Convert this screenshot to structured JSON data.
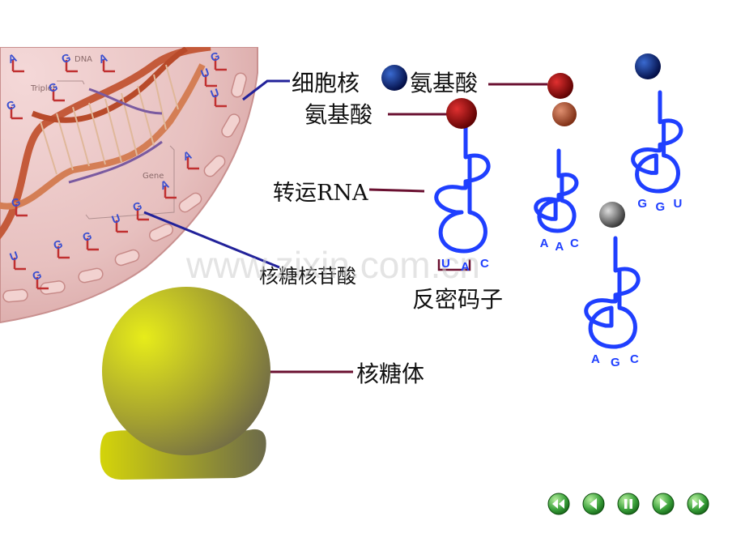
{
  "labels": {
    "nucleus": "细胞核",
    "amino_acid_1": "氨基酸",
    "amino_acid_2": "氨基酸",
    "trna": "转运RNA",
    "ribonucleotide": "核糖核苷酸",
    "anticodon": "反密码子",
    "ribosome": "核糖体",
    "dna_small": "DNA",
    "triplet_small": "Triplet",
    "gene_small": "Gene",
    "watermark": "www.zixin.com.cn"
  },
  "trnas": [
    {
      "anticodon": [
        "U",
        "A",
        "C"
      ],
      "amino_color": "#b01010"
    },
    {
      "anticodon": [
        "A",
        "A",
        "C"
      ],
      "amino_color": "#b06040"
    },
    {
      "anticodon": [
        "G",
        "G",
        "U"
      ],
      "amino_color": "#0a3aa0"
    },
    {
      "anticodon": [
        "A",
        "G",
        "C"
      ],
      "amino_color": "#808080"
    }
  ],
  "free_amino_acids": [
    {
      "color": "#0a3aa0"
    },
    {
      "color": "#a00a10"
    }
  ],
  "nucleotides": [
    "A",
    "G",
    "A",
    "G",
    "G",
    "U",
    "U",
    "A",
    "A",
    "G",
    "U",
    "G",
    "G",
    "U",
    "G",
    "G",
    "G"
  ],
  "colors": {
    "trna_blue": "#1f3fff",
    "pointer": "#6a1030",
    "ribosome": "#c8c81a",
    "nav_green": "#2e8b2e"
  },
  "nav": [
    "first-icon",
    "prev-icon",
    "pause-icon",
    "next-icon",
    "last-icon"
  ]
}
